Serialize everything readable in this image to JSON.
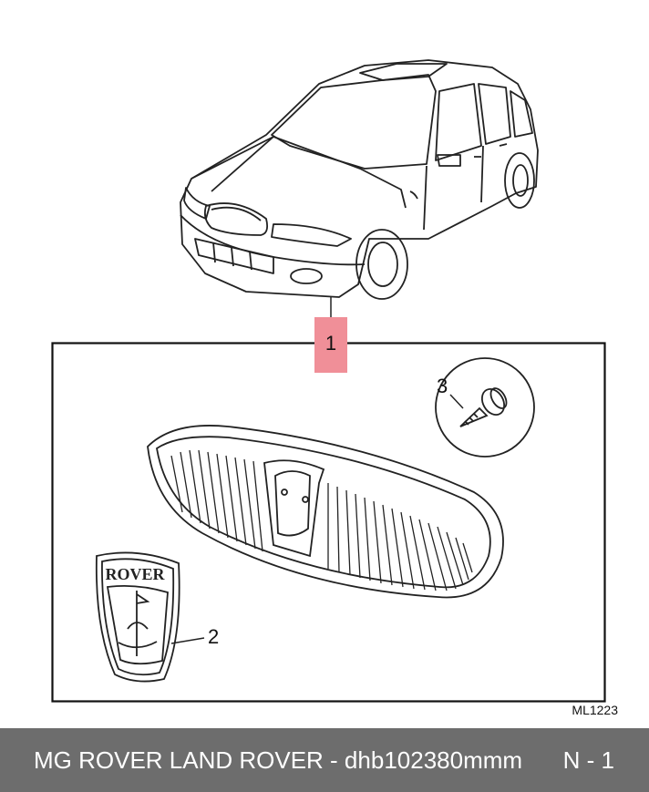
{
  "callouts": {
    "part1": "1",
    "part2": "2",
    "part3": "3"
  },
  "badge_text": "ROVER",
  "reference_code": "ML1223",
  "footer": {
    "title": "MG ROVER LAND ROVER - dhb102380mmm",
    "page": "N - 1"
  },
  "colors": {
    "highlight": "#f08f98",
    "footer_bg": "#6d6d6d",
    "line": "#111111"
  }
}
